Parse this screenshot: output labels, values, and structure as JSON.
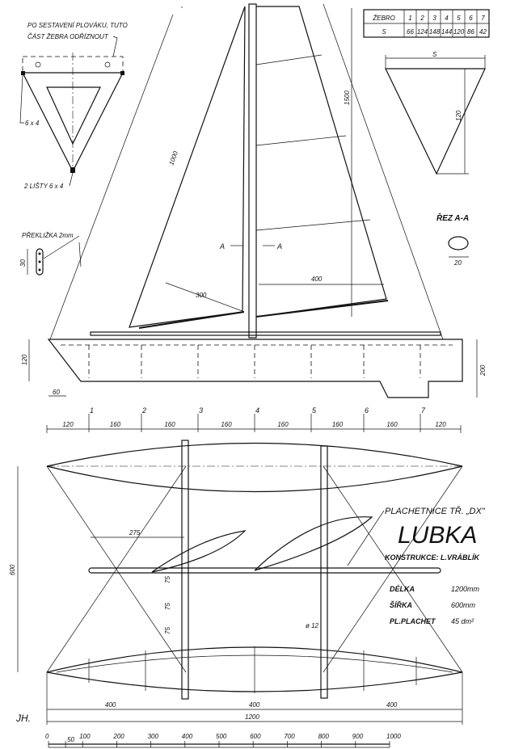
{
  "rib_detail": {
    "note_line1": "PO SESTAVENÍ PLOVÁKU, TUTO",
    "note_line2": "ČÁST ŽEBRA ODŘÍZNOUT",
    "strip_label": "6 x 4",
    "strips_label": "2 LIŠTY 6 x 4"
  },
  "rib_table": {
    "headers": [
      "ŽEBRO",
      "1",
      "2",
      "3",
      "4",
      "5",
      "6",
      "7"
    ],
    "row": [
      "S",
      "66",
      "124",
      "148",
      "144",
      "120",
      "86",
      "42"
    ]
  },
  "section_triangle": {
    "width_label": "S",
    "height_label": "120"
  },
  "section_aa": {
    "title": "ŘEZ A-A",
    "width_label": "20"
  },
  "plywood_detail": {
    "label": "PŘEKLIŽKA 2mm",
    "dim": "30"
  },
  "side_view": {
    "jib_luff": "1000",
    "mast_height": "1500",
    "jib_boom": "300",
    "main_boom": "400",
    "section_marker": "A",
    "hull_height_left": "120",
    "hull_height_right": "200",
    "bow_offset": "60"
  },
  "stations": {
    "numbers": [
      "1",
      "2",
      "3",
      "4",
      "5",
      "6",
      "7"
    ],
    "spacings": [
      "120",
      "160",
      "160",
      "160",
      "160",
      "160",
      "160",
      "120"
    ]
  },
  "top_view": {
    "boom_offset": "275",
    "beam_width": "600",
    "spacing_marks": [
      "75",
      "75",
      "75"
    ],
    "diameter": "ø 12",
    "dims": [
      "400",
      "400",
      "400"
    ],
    "total_length": "1200"
  },
  "title_block": {
    "class_line": "PLACHETNICE TŘ. „DX\"",
    "name": "LUBKA",
    "designer": "KONSTRUKCE: L.VRÁBLÍK",
    "specs": [
      {
        "label": "DÉLKA",
        "value": "1200mm"
      },
      {
        "label": "ŠÍŘKA",
        "value": "600mm"
      },
      {
        "label": "PL.PLACHET",
        "value": "45 dm²"
      }
    ]
  },
  "signature": "JH.",
  "scale_bar": {
    "ticks": [
      "0",
      "50",
      "100",
      "200",
      "300",
      "400",
      "500",
      "600",
      "700",
      "800",
      "900",
      "1000"
    ]
  }
}
